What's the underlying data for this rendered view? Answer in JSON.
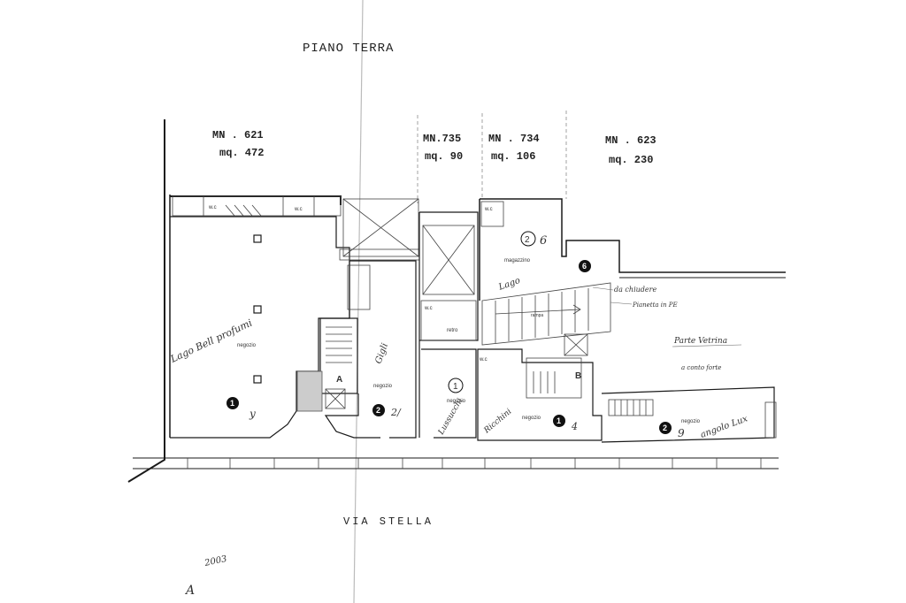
{
  "title": "PIANO   TERRA",
  "parcels": [
    {
      "id": "MN .  621",
      "area": "mq. 472"
    },
    {
      "id": "MN.735",
      "area": "mq. 90"
    },
    {
      "id": "MN . 734",
      "area": "mq. 106"
    },
    {
      "id": "MN .  623",
      "area": "mq. 230"
    }
  ],
  "street": "VIA    STELLA",
  "room_labels": {
    "negozio": "negozio",
    "magazzino": "magazzino",
    "retro": "retro",
    "wc": "w.c"
  },
  "stair_labels": {
    "a": "A",
    "b": "B"
  },
  "unit_numbers": {
    "u1_left": "1",
    "u2_left": "2",
    "u1_mid": "1",
    "u2_top": "2",
    "u1_right": "1",
    "u2_right": "2",
    "u6_circle": "6"
  },
  "handwritten": {
    "left_shop": "Lago Bell profumi",
    "shop2": "Gigli",
    "mid_note": "Lussucchi",
    "ricchini": "Ricchini",
    "lago2": "Lago",
    "note_2q": "2/",
    "note_6": "6",
    "note_4": "4",
    "note_9": "9",
    "note_z": "y",
    "angolo": "angolo Lux",
    "da_chiudere": "da chiudere",
    "pianetta": "Pianetta in PE",
    "parte_vetrina": "Parte Vetrina",
    "interna": "a conto forte",
    "corner_a": "A",
    "corner_year": "2003"
  }
}
